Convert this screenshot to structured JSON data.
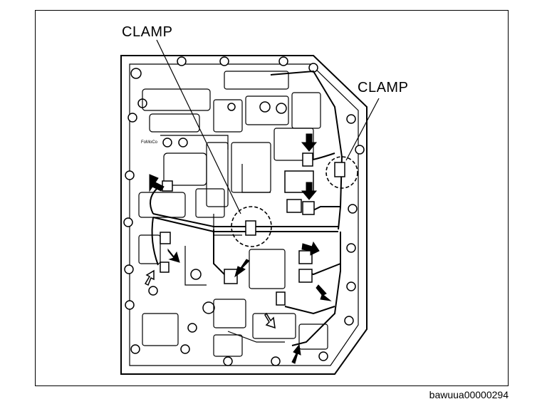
{
  "diagram": {
    "callouts": [
      {
        "text": "CLAMP"
      },
      {
        "text": "CLAMP"
      }
    ],
    "plate_marking": "FoMoCo",
    "figure_code": "bawuua00000294",
    "colors": {
      "line": "#000000",
      "background": "#ffffff",
      "part_fill": "#ffffff"
    }
  }
}
